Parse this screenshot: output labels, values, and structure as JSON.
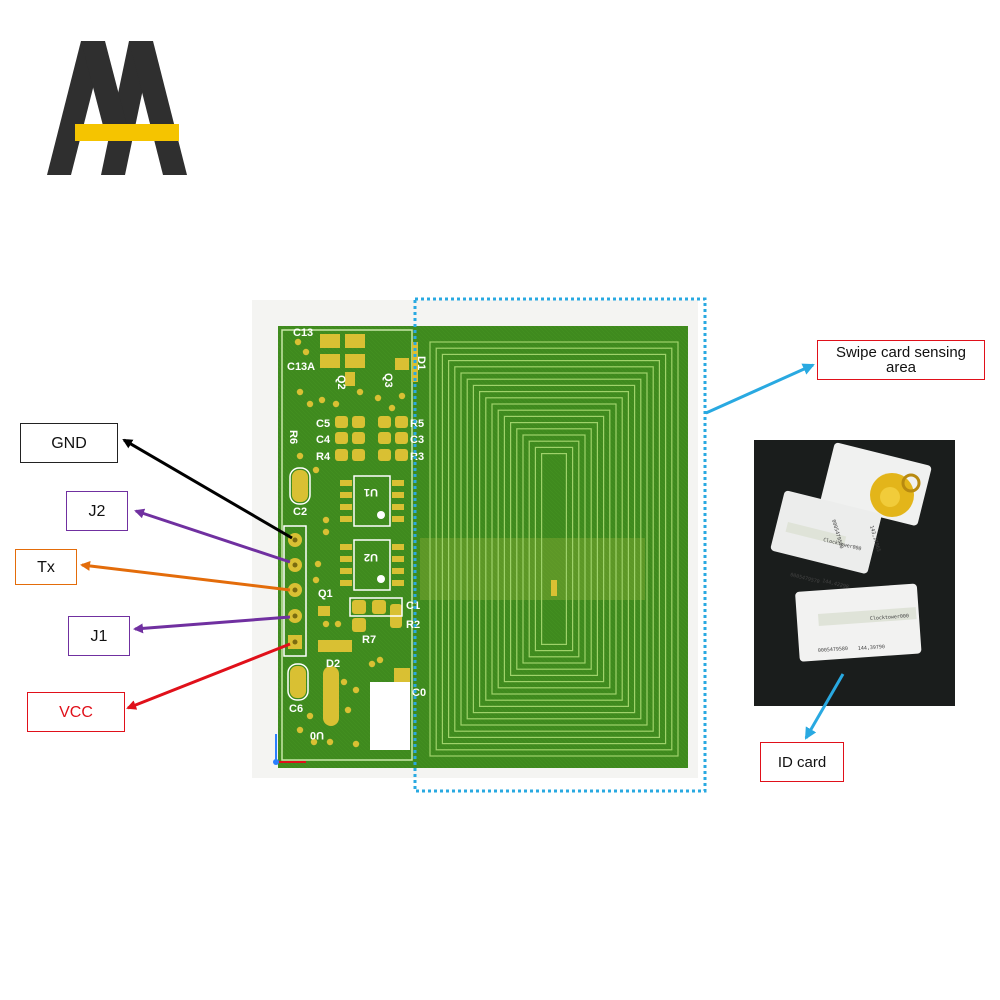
{
  "colors": {
    "logo_dark": "#2f2f2f",
    "logo_yellow": "#f5c400",
    "pcb_green": "#3f8a1e",
    "pad_gold": "#d9c033",
    "dash_blue": "#29a9e1",
    "gnd_arrow": "#000000",
    "j2_arrow": "#7030a0",
    "tx_arrow": "#e36c0a",
    "j1_arrow": "#7030a0",
    "vcc_arrow": "#e0101a",
    "id_arrow": "#29a9e1"
  },
  "callouts": {
    "gnd": "GND",
    "j2": "J2",
    "tx": "Tx",
    "j1": "J1",
    "vcc": "VCC",
    "sensing_area": "Swipe card sensing area",
    "id_card": "ID card"
  },
  "silkscreen": {
    "c13": "C13",
    "c13a": "C13A",
    "q2": "Q2",
    "q3": "Q3",
    "d1": "D1",
    "r6": "R6",
    "c5": "C5",
    "c4": "C4",
    "r4": "R4",
    "r5": "R5",
    "c3": "C3",
    "r3": "R3",
    "c2": "C2",
    "u1": "U1",
    "u2": "U2",
    "q1": "Q1",
    "c1": "C1",
    "r7": "R7",
    "r2": "R2",
    "d2": "D2",
    "c6": "C6",
    "c0": "C0",
    "u0": "U0"
  },
  "photo_cards": {
    "card1_code": "0005479590",
    "card1_id": "143,27965",
    "card2_code": "0005479570",
    "card2_id": "144,42298",
    "card3_code": "0005479580",
    "card3_id": "144,39790",
    "card_brand": "Clocktower000"
  }
}
